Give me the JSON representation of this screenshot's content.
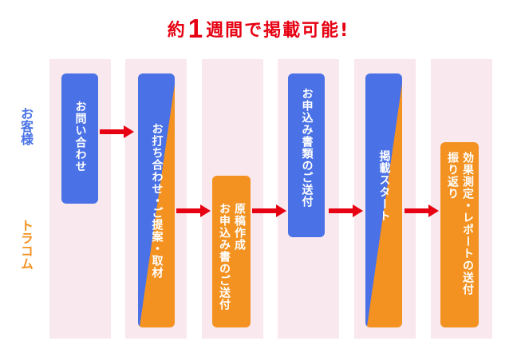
{
  "title": {
    "prefix": "約",
    "number": "1",
    "suffix": "週間で掲載可能!"
  },
  "actors": {
    "customer": "お客様",
    "company": "トラコム"
  },
  "colors": {
    "customer_blue": "#4a72e6",
    "company_orange": "#f39221",
    "accent_red": "#e60012",
    "lane_bg": "#f9e9ee"
  },
  "steps": [
    {
      "lines": [
        "お問い合わせ"
      ],
      "owner": "customer"
    },
    {
      "lines": [
        "お打ち合わせ・ご提案・取材"
      ],
      "owner": "both"
    },
    {
      "lines": [
        "原稿作成",
        "お申込み書のご送付"
      ],
      "owner": "company"
    },
    {
      "lines": [
        "お申込み書類のご送付"
      ],
      "owner": "customer"
    },
    {
      "lines": [
        "掲載スタート"
      ],
      "owner": "both"
    },
    {
      "lines": [
        "効果測定・レポートの送付",
        "振り返り"
      ],
      "owner": "company"
    }
  ],
  "arrows": [
    "right-arrow",
    "right-arrow",
    "right-arrow",
    "right-arrow",
    "right-arrow"
  ]
}
